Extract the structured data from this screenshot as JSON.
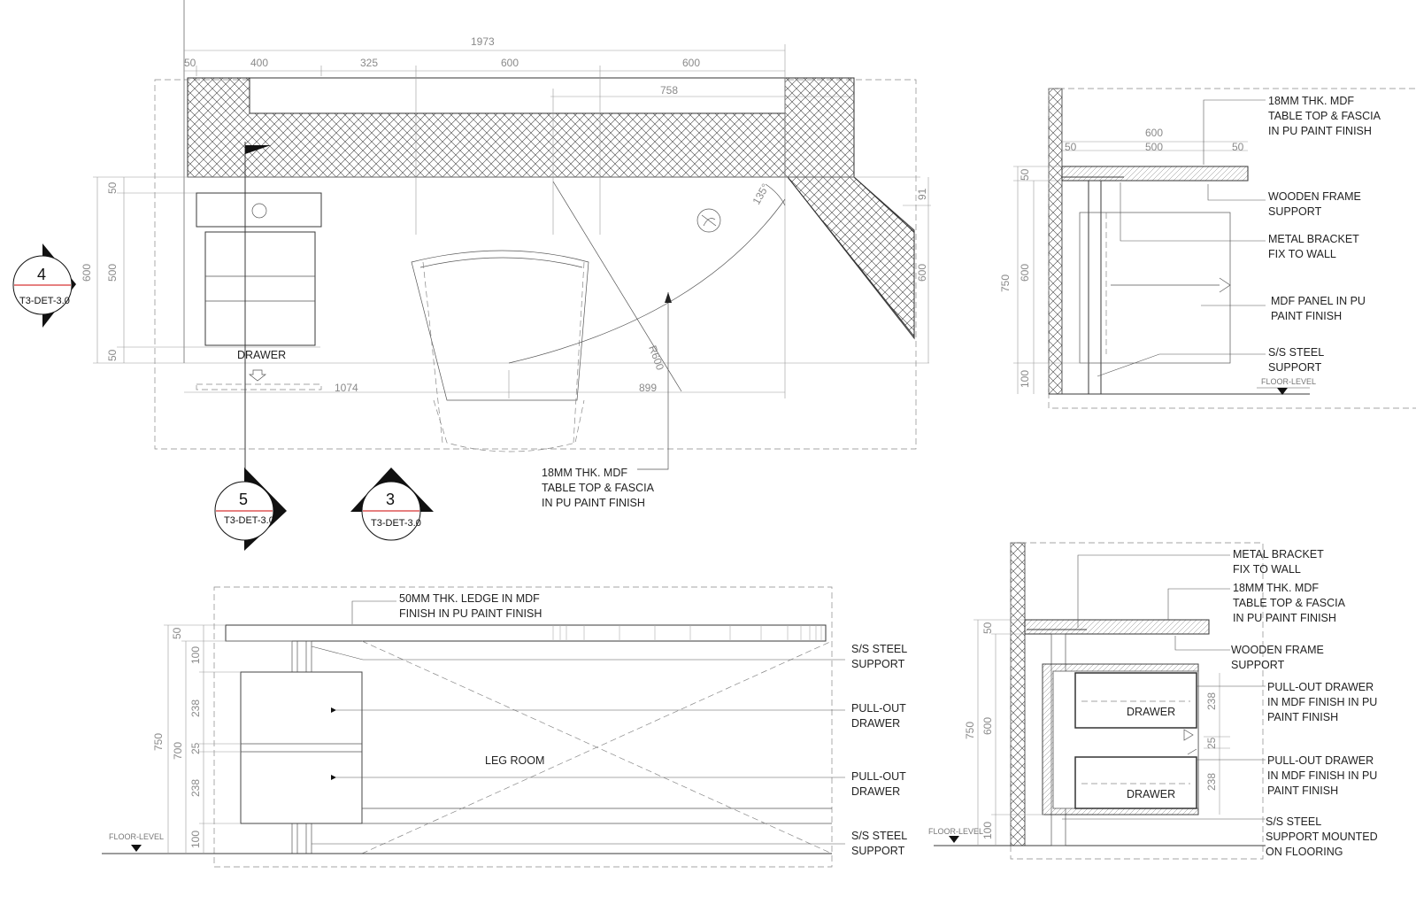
{
  "plan": {
    "overall_dim": "1973",
    "top_dims": [
      "50",
      "400",
      "325",
      "600",
      "600"
    ],
    "inner_dim": "758",
    "left_dims": [
      "50",
      "500",
      "50"
    ],
    "depth_dim": "600",
    "right_dims": [
      "91",
      "600"
    ],
    "bottom_dims": [
      "1074",
      "899"
    ],
    "angle": "135°",
    "radius": "R600",
    "drawer_label": "DRAWER",
    "callout_lines": [
      "18MM THK. MDF",
      "TABLE TOP & FASCIA",
      "IN PU PAINT FINISH"
    ]
  },
  "section_tags": [
    {
      "num": "4",
      "ref": "T3-DET-3.0"
    },
    {
      "num": "5",
      "ref": "T3-DET-3.0"
    },
    {
      "num": "3",
      "ref": "T3-DET-3.0"
    }
  ],
  "section_top": {
    "dims": [
      "600",
      "50",
      "500",
      "50"
    ],
    "vert_dims": [
      "50",
      "750",
      "600",
      "100"
    ],
    "floor": "FLOOR-LEVEL",
    "notes": [
      [
        "18MM THK. MDF",
        "TABLE TOP & FASCIA",
        "IN PU PAINT FINISH"
      ],
      [
        "WOODEN FRAME",
        "SUPPORT"
      ],
      [
        "METAL BRACKET",
        "FIX TO WALL"
      ],
      [
        "MDF PANEL IN PU",
        "PAINT FINISH"
      ],
      [
        "S/S STEEL",
        "SUPPORT"
      ]
    ]
  },
  "elevation": {
    "vert_dims": [
      "50",
      "100",
      "238",
      "25",
      "238",
      "100"
    ],
    "overall": [
      "750",
      "700"
    ],
    "floor": "FLOOR-LEVEL",
    "leg_room": "LEG ROOM",
    "ledge_note": [
      "50MM THK. LEDGE IN MDF",
      "FINISH IN PU PAINT FINISH"
    ],
    "notes": [
      [
        "S/S STEEL",
        "SUPPORT"
      ],
      [
        "PULL-OUT",
        "DRAWER"
      ],
      [
        "PULL-OUT",
        "DRAWER"
      ],
      [
        "S/S STEEL",
        "SUPPORT"
      ]
    ]
  },
  "section_bottom": {
    "vert_dims": [
      "50",
      "750",
      "600",
      "100"
    ],
    "drawer_dims": [
      "238",
      "25",
      "238"
    ],
    "floor": "FLOOR-LEVEL",
    "drawer_label": "DRAWER",
    "notes": [
      [
        "METAL BRACKET",
        "FIX TO WALL"
      ],
      [
        "18MM THK. MDF",
        "TABLE TOP & FASCIA",
        "IN PU PAINT FINISH"
      ],
      [
        "WOODEN FRAME",
        "SUPPORT"
      ],
      [
        "PULL-OUT DRAWER",
        "IN MDF FINISH IN PU",
        "PAINT FINISH"
      ],
      [
        "PULL-OUT DRAWER",
        "IN MDF FINISH IN PU",
        "PAINT FINISH"
      ],
      [
        "S/S STEEL",
        "SUPPORT MOUNTED",
        "ON FLOORING"
      ]
    ]
  }
}
